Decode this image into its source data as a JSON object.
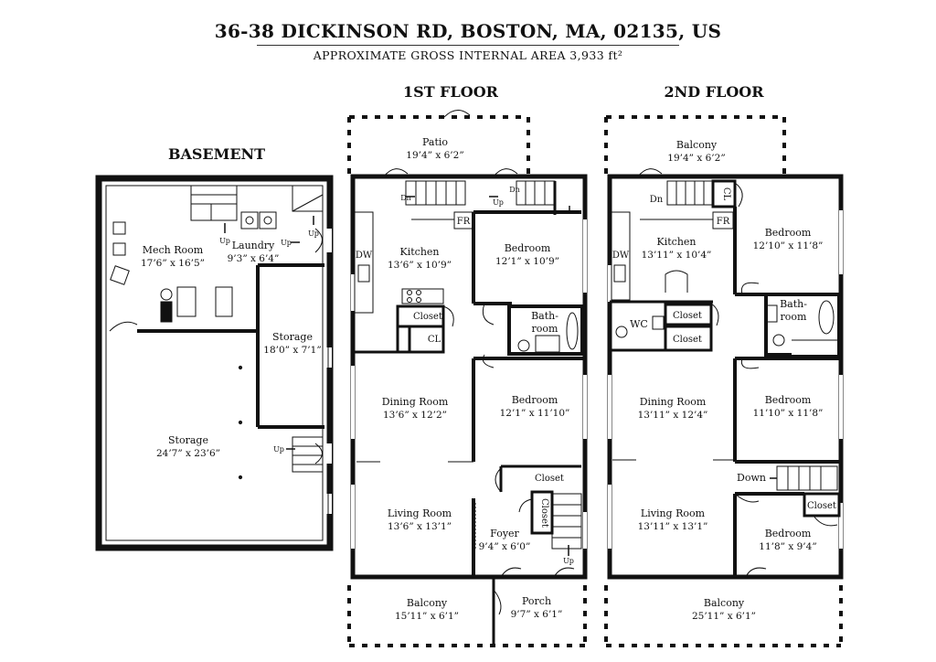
{
  "header": {
    "address": "36-38 DICKINSON RD, BOSTON, MA, 02135, US",
    "area_text": "APPROXIMATE GROSS INTERNAL AREA 3,933 ft²"
  },
  "floors": {
    "basement": "BASEMENT",
    "first": "1ST FLOOR",
    "second": "2ND FLOOR"
  },
  "basement": {
    "mech_room": {
      "name": "Mech Room",
      "dims": "17’6” x 16’5”"
    },
    "laundry": {
      "name": "Laundry",
      "dims": "9’3” x 6’4”"
    },
    "storage_side": {
      "name": "Storage",
      "dims": "18’0” x 7’1”"
    },
    "storage_main": {
      "name": "Storage",
      "dims": "24’7” x 23’6”"
    },
    "up_1": "Up",
    "up_2": "Up",
    "up_3": "Up",
    "up_4": "Up"
  },
  "first": {
    "patio": {
      "name": "Patio",
      "dims": "19’4” x 6’2”"
    },
    "kitchen": {
      "name": "Kitchen",
      "dims": "13’6” x 10’9”"
    },
    "bedroom_1": {
      "name": "Bedroom",
      "dims": "12’1” x 10’9”"
    },
    "bathroom": {
      "name_1": "Bath-",
      "name_2": "room"
    },
    "closet_1": "Closet",
    "cl": "CL",
    "fr": "FR",
    "dw": "DW",
    "dn_1": "Dn",
    "dn_2": "Dn",
    "up_1": "Up",
    "dining": {
      "name": "Dining Room",
      "dims": "13’6” x 12’2”"
    },
    "bedroom_2": {
      "name": "Bedroom",
      "dims": "12’1” x 11’10”"
    },
    "closet_2": "Closet",
    "closet_3": "Closet",
    "living": {
      "name": "Living Room",
      "dims": "13’6” x 13’1”"
    },
    "foyer": {
      "name": "Foyer",
      "dims": "9’4” x 6’0”"
    },
    "up_2": "Up",
    "balcony": {
      "name": "Balcony",
      "dims": "15’11” x 6’1”"
    },
    "porch": {
      "name": "Porch",
      "dims": "9’7” x 6’1”"
    }
  },
  "second": {
    "balcony_top": {
      "name": "Balcony",
      "dims": "19’4” x 6’2”"
    },
    "dn": "Dn",
    "cl": "CL",
    "fr": "FR",
    "dw": "DW",
    "kitchen": {
      "name": "Kitchen",
      "dims": "13’11” x 10’4”"
    },
    "bedroom_1": {
      "name": "Bedroom",
      "dims": "12’10” x 11’8”"
    },
    "bathroom": {
      "name_1": "Bath-",
      "name_2": "room"
    },
    "wc": "WC",
    "closet_1": "Closet",
    "closet_2": "Closet",
    "dining": {
      "name": "Dining Room",
      "dims": "13’11” x 12’4”"
    },
    "bedroom_2": {
      "name": "Bedroom",
      "dims": "11’10” x 11’8”"
    },
    "down": "Down",
    "closet_3": "Closet",
    "living": {
      "name": "Living Room",
      "dims": "13’11” x 13’1”"
    },
    "bedroom_3": {
      "name": "Bedroom",
      "dims": "11’8” x 9’4”"
    },
    "balcony_bottom": {
      "name": "Balcony",
      "dims": "25’11” x 6’1”"
    }
  }
}
